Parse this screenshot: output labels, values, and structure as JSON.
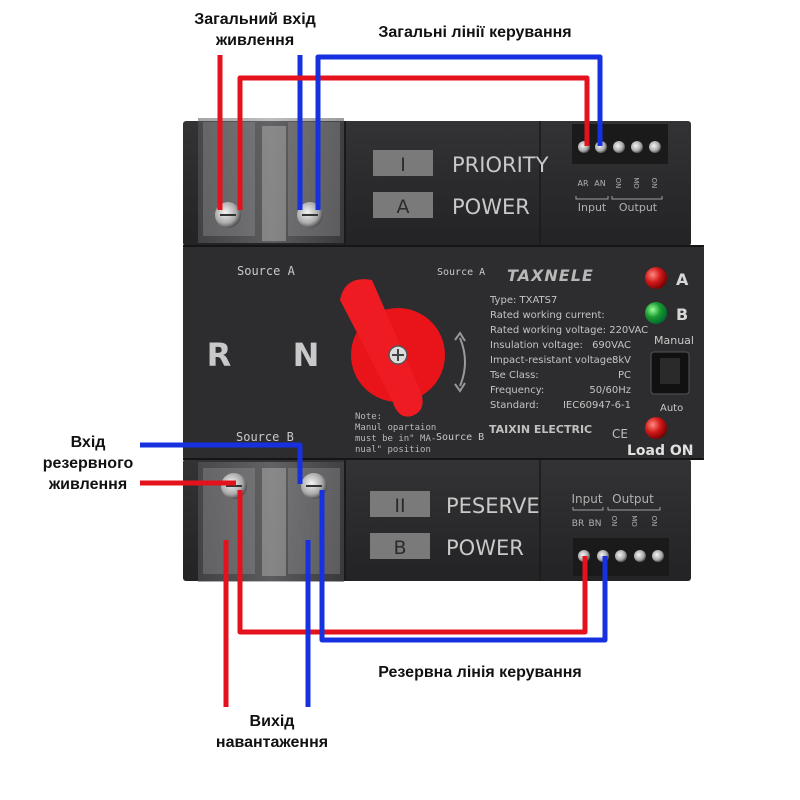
{
  "annotations": {
    "main_input": [
      "Загальний вхід",
      "живлення"
    ],
    "main_control": "Загальні лінії керування",
    "backup_input": [
      "Вхід",
      "резервного",
      "живлення"
    ],
    "backup_control": "Резервна лінія керування",
    "load_output": [
      "Вихід",
      "навантаження"
    ]
  },
  "device": {
    "brand": "TAXNELE",
    "maker": "TAIXIN ELECTRIC",
    "priority_code": "I",
    "priority_label": "PRIORITY",
    "power_a_code": "A",
    "power_label": "POWER",
    "reserve_code": "II",
    "reserve_label": "PESERVE",
    "power_b_code": "B",
    "source_a_left": "Source A",
    "source_a_right": "Source A",
    "source_b_left": "Source B",
    "source_b_right": "Source B",
    "phase_r": "R",
    "phase_n": "N",
    "top_terminals": {
      "input_title": "Input",
      "output_title": "Output",
      "labels": [
        "AR",
        "AN",
        "ON",
        "MO",
        "ON"
      ]
    },
    "bottom_terminals": {
      "input_title": "Input",
      "output_title": "Output",
      "labels": [
        "BR",
        "BN",
        "ON",
        "MO",
        "ON"
      ]
    },
    "note": [
      "Note:",
      "Manul opartaion",
      "must be in\" MA-",
      "nual\" position"
    ],
    "specs": [
      {
        "label": "Type: TXATS7",
        "value": ""
      },
      {
        "label": "Rated working current:",
        "value": ""
      },
      {
        "label": "Rated working voltage: 220VAC",
        "value": ""
      },
      {
        "label": "Insulation voltage:",
        "value": "690VAC"
      },
      {
        "label": "Impact-resistant voltage:",
        "value": "8kV"
      },
      {
        "label": "Tse Class:",
        "value": "PC"
      },
      {
        "label": "Frequency:",
        "value": "50/60Hz"
      },
      {
        "label": "Standard:",
        "value": "IEC60947-6-1"
      }
    ],
    "led_a_label": "A",
    "led_b_label": "B",
    "manual_label": "Manual",
    "auto_label": "Auto",
    "load_on_label": "Load ON",
    "ce_mark": "CE"
  },
  "colors": {
    "body": "#2b2b2d",
    "body_dark": "#1c1c1e",
    "panel_text": "#c9c9c9",
    "label_box": "#7a7a7a",
    "handle": "#e8141a",
    "wire_red": "#e3121c",
    "wire_blue": "#1730e0",
    "led_red": "#d21a1a",
    "led_green": "#1a9a2e"
  }
}
